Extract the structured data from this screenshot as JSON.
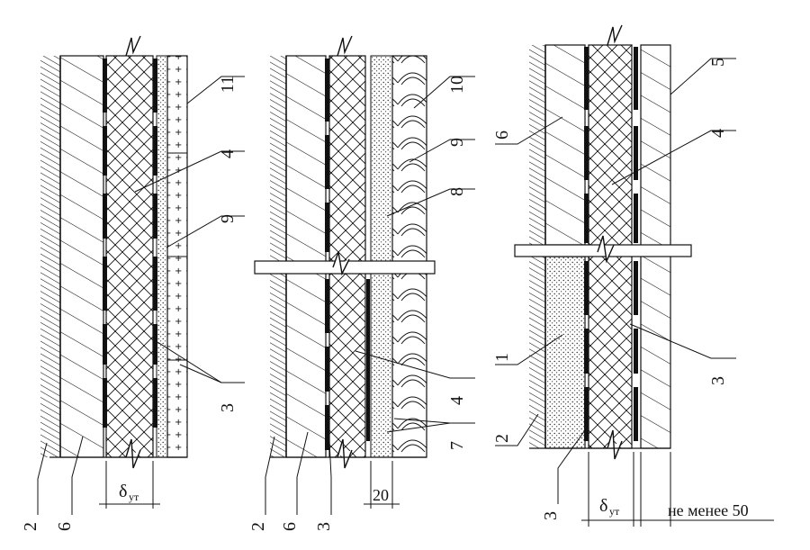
{
  "diagram": {
    "section_left": {
      "labels": {
        "callout_11": "11",
        "callout_4": "4",
        "callout_9": "9",
        "callout_3": "3",
        "callout_2": "2",
        "callout_6": "6"
      },
      "dimension": {
        "symbol": "δ",
        "subscript": "ут"
      }
    },
    "section_middle": {
      "labels": {
        "callout_10": "10",
        "callout_9": "9",
        "callout_8": "8",
        "callout_4": "4",
        "callout_7": "7",
        "callout_2": "2",
        "callout_6": "6",
        "callout_3": "3"
      },
      "dimension": {
        "value": "20"
      }
    },
    "section_right": {
      "labels": {
        "callout_5": "5",
        "callout_6": "6",
        "callout_4": "4",
        "callout_3a": "3",
        "callout_1": "1",
        "callout_2": "2",
        "callout_3b": "3"
      },
      "dimension": {
        "symbol": "δ",
        "subscript": "ут",
        "min_text": "не менее 50"
      }
    }
  }
}
